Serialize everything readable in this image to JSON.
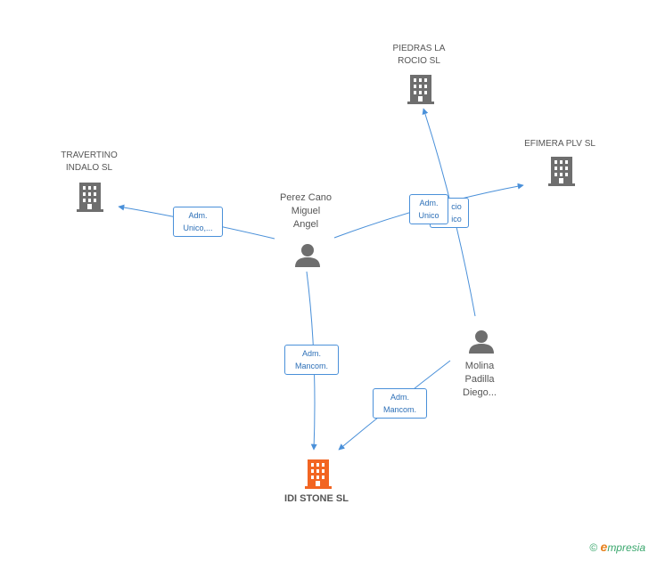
{
  "nodes": {
    "piedras": {
      "line1": "PIEDRAS LA",
      "line2": "ROCIO SL",
      "icon": "building-icon"
    },
    "efimera": {
      "line1": "EFIMERA PLV SL",
      "icon": "building-icon"
    },
    "travertino": {
      "line1": "TRAVERTINO",
      "line2": "INDALO SL",
      "icon": "building-icon"
    },
    "perez": {
      "line1": "Perez Cano",
      "line2": "Miguel",
      "line3": "Angel",
      "icon": "person-icon"
    },
    "molina": {
      "line1": "Molina",
      "line2": "Padilla",
      "line3": "Diego...",
      "icon": "person-icon"
    },
    "idi": {
      "line1": "IDI STONE SL",
      "icon": "building-icon"
    }
  },
  "edges": {
    "perez_travertino": {
      "line1": "Adm.",
      "line2": "Unico,..."
    },
    "perez_idi": {
      "line1": "Adm.",
      "line2": "Mancom."
    },
    "perez_efimera_front": {
      "line1": "Adm.",
      "line2": "Unico"
    },
    "perez_efimera_back": {
      "line1": "cio",
      "line2": "ico"
    },
    "molina_idi": {
      "line1": "Adm.",
      "line2": "Mancom."
    }
  },
  "colors": {
    "company": "#6e6e6e",
    "main_company": "#f26522",
    "person": "#6e6e6e",
    "edge": "#4a90d9"
  },
  "footer": {
    "copyright": "©",
    "brand_initial": "e",
    "brand_rest": "mpresia"
  }
}
